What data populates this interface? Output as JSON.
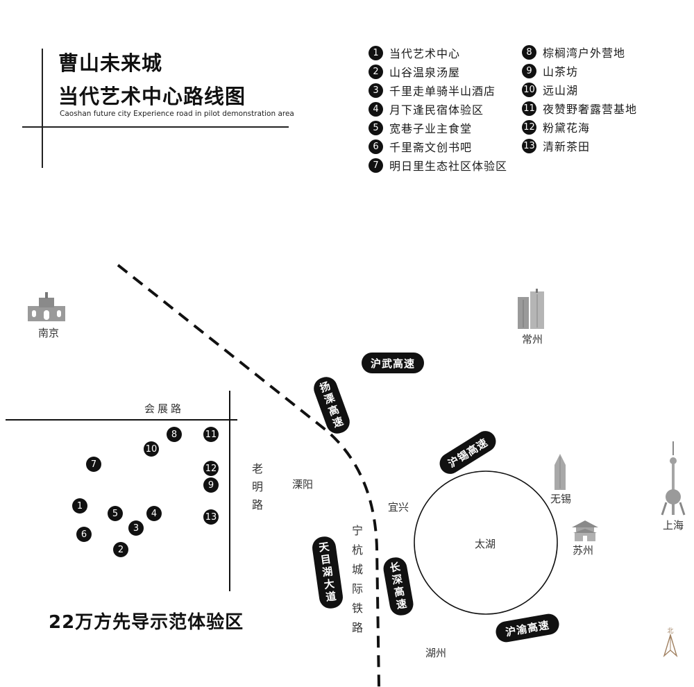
{
  "title": {
    "line1": "曹山未来城",
    "line2": "当代艺术中心路线图",
    "subtitle": "Caoshan future city Experience road in pilot demonstration area"
  },
  "legend": [
    {
      "num": "1",
      "label": "当代艺术中心"
    },
    {
      "num": "2",
      "label": "山谷温泉汤屋"
    },
    {
      "num": "3",
      "label": "千里走单骑半山酒店"
    },
    {
      "num": "4",
      "label": "月下逢民宿体验区"
    },
    {
      "num": "5",
      "label": "宽巷子业主食堂"
    },
    {
      "num": "6",
      "label": "千里斋文创书吧"
    },
    {
      "num": "7",
      "label": "明日里生态社区体验区"
    },
    {
      "num": "8",
      "label": "棕榈湾户外营地"
    },
    {
      "num": "9",
      "label": "山茶坊"
    },
    {
      "num": "10",
      "label": "远山湖"
    },
    {
      "num": "11",
      "label": "夜赞野奢露营基地"
    },
    {
      "num": "12",
      "label": "粉黛花海"
    },
    {
      "num": "13",
      "label": "清新茶田"
    }
  ],
  "cities": {
    "nanjing": "南京",
    "changzhou": "常州",
    "wuxi": "无锡",
    "suzhou": "苏州",
    "shanghai": "上海",
    "liyang": "溧阳",
    "yixing": "宜兴",
    "huzhou": "湖州",
    "taihu": "太湖"
  },
  "roads": {
    "huiwu": "沪武高速",
    "yangli": "扬溧高速",
    "huxi": "沪锡高速",
    "changshen": "长深高速",
    "huyu": "沪渝高速",
    "tianmuhu": "天目湖大道",
    "ninghang": "宁杭城际铁路",
    "huizhan": "会展路",
    "laoming": "老明路"
  },
  "markers": [
    "1",
    "2",
    "3",
    "4",
    "5",
    "6",
    "7",
    "8",
    "9",
    "10",
    "11",
    "12",
    "13"
  ],
  "area_label": "22万方先导示范体验区",
  "icons": [
    "nanjing-gate-icon",
    "changzhou-tower-icon",
    "wuxi-tower-icon",
    "suzhou-pavilion-icon",
    "shanghai-pearl-tower-icon",
    "compass-icon"
  ],
  "colors": {
    "ink": "#111111",
    "bg": "#ffffff",
    "muted": "#333333"
  }
}
